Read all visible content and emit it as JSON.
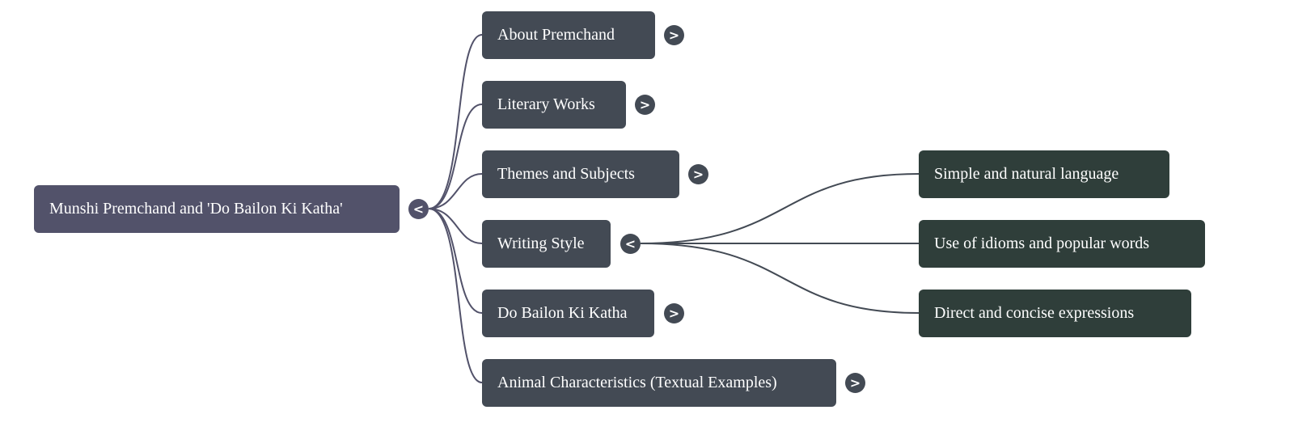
{
  "root": {
    "label": "Munshi Premchand and 'Do Bailon Ki Katha'",
    "toggle": "<"
  },
  "branches": [
    {
      "label": "About Premchand",
      "toggle": ">"
    },
    {
      "label": "Literary Works",
      "toggle": ">"
    },
    {
      "label": "Themes and Subjects",
      "toggle": ">"
    },
    {
      "label": "Writing Style",
      "toggle": "<"
    },
    {
      "label": "Do Bailon Ki Katha",
      "toggle": ">"
    },
    {
      "label": "Animal Characteristics (Textual Examples)",
      "toggle": ">"
    }
  ],
  "writing_style_children": [
    {
      "label": "Simple and natural language"
    },
    {
      "label": "Use of idioms and popular words"
    },
    {
      "label": "Direct and concise expressions"
    }
  ],
  "colors": {
    "root": "#52526a",
    "branch": "#434a54",
    "leaf": "#2f3e3a",
    "link": "#52526a"
  }
}
